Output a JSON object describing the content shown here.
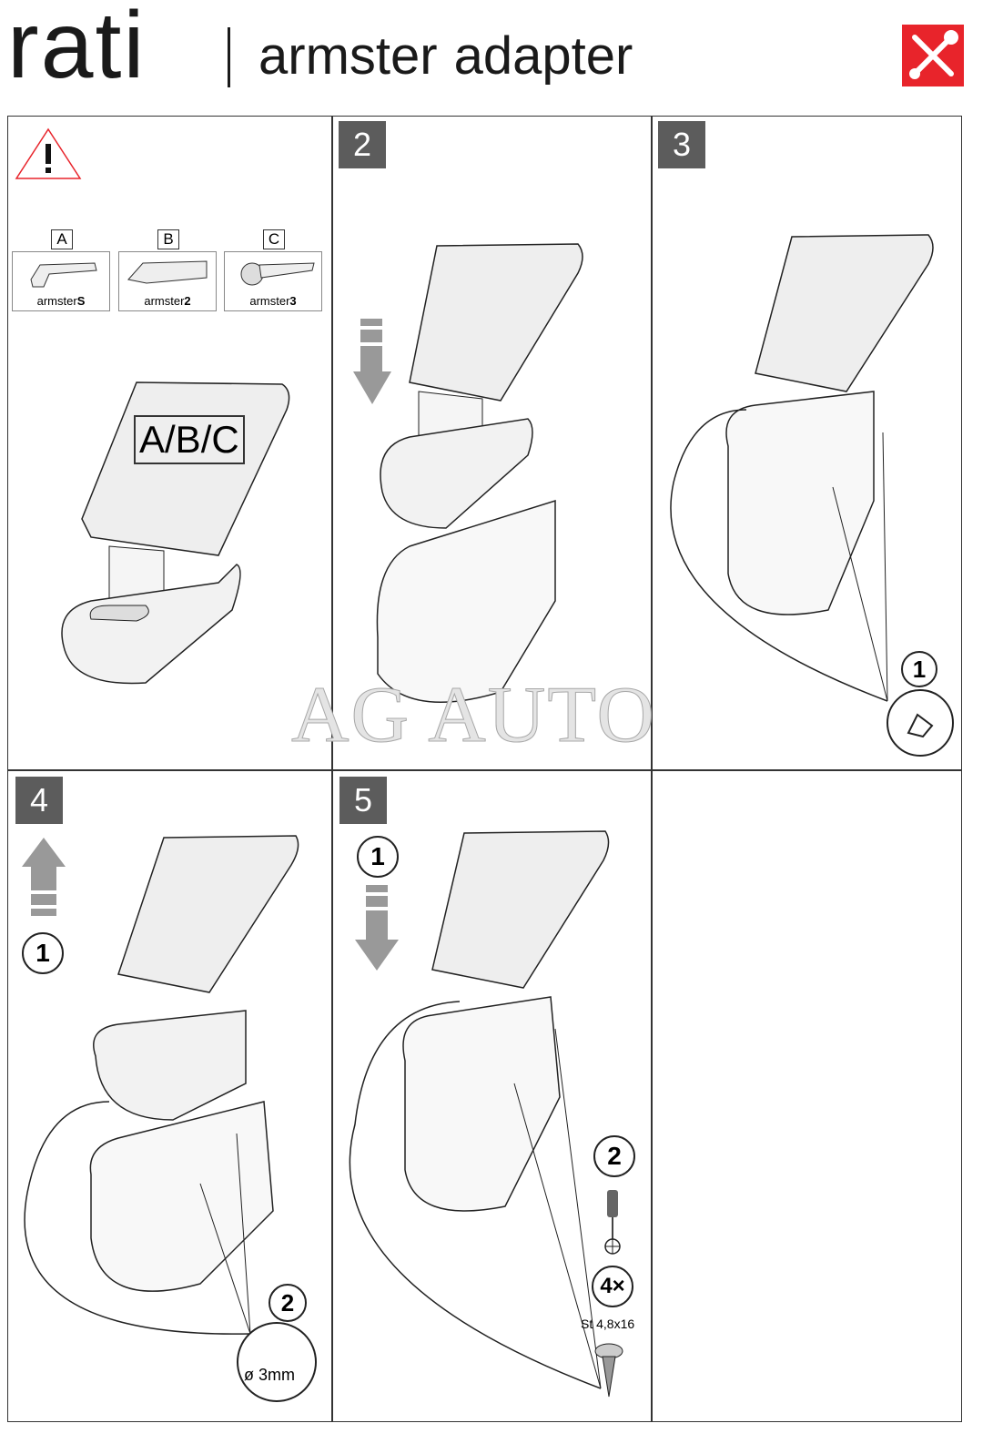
{
  "header": {
    "brand": "rati",
    "product_name": "armster",
    "product_type": "adapter",
    "tools_icon": "wrench-screwdriver-icon",
    "tools_color": "#e8242b"
  },
  "steps": {
    "step1": {
      "warning_icon": "warning-triangle-icon",
      "variants": [
        {
          "label": "A",
          "name": "armster",
          "suffix": "S"
        },
        {
          "label": "B",
          "name": "armster",
          "suffix": "2"
        },
        {
          "label": "C",
          "name": "armster",
          "suffix": "3"
        }
      ],
      "model_label": "A/B/C"
    },
    "step2": {
      "number": "2"
    },
    "step3": {
      "number": "3",
      "callout": "1"
    },
    "step4": {
      "number": "4",
      "callout_1": "1",
      "callout_2": "2",
      "drill_size": "ø 3mm"
    },
    "step5": {
      "number": "5",
      "callout_1": "1",
      "callout_2": "2",
      "quantity": "4×",
      "screw_spec": "St 4,8x16"
    }
  },
  "watermark": "AG AUTO"
}
